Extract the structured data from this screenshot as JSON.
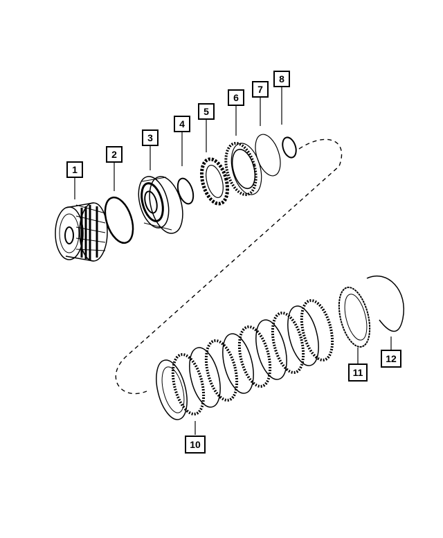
{
  "callouts": [
    {
      "id": "1",
      "label": "1"
    },
    {
      "id": "2",
      "label": "2"
    },
    {
      "id": "3",
      "label": "3"
    },
    {
      "id": "4",
      "label": "4"
    },
    {
      "id": "5",
      "label": "5"
    },
    {
      "id": "6",
      "label": "6"
    },
    {
      "id": "7",
      "label": "7"
    },
    {
      "id": "8",
      "label": "8"
    },
    {
      "id": "10",
      "label": "10"
    },
    {
      "id": "11",
      "label": "11"
    },
    {
      "id": "12",
      "label": "12"
    }
  ],
  "colors": {
    "line": "#000000",
    "background": "#ffffff"
  }
}
